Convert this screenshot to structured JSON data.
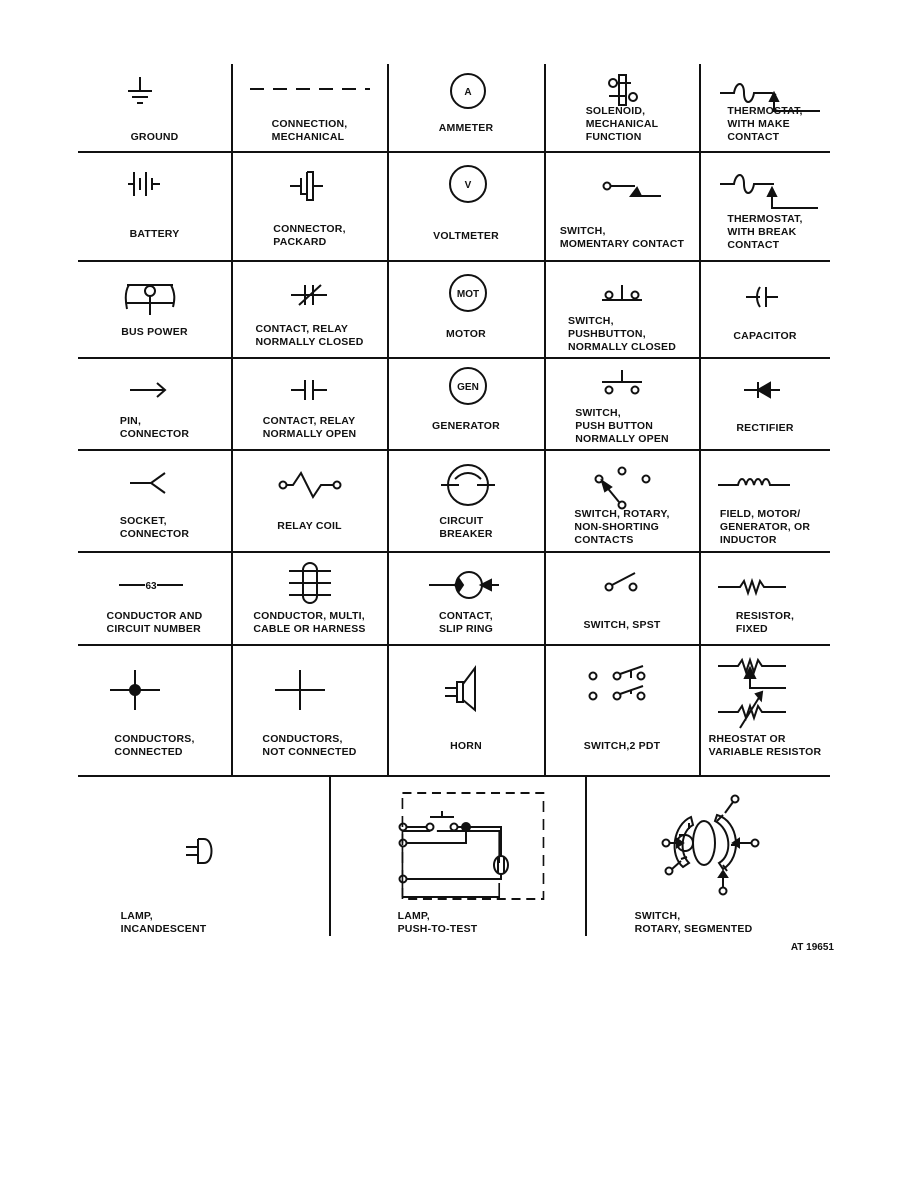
{
  "cells": [
    {
      "label": "GROUND"
    },
    {
      "label": "CONNECTION,\nMECHANICAL"
    },
    {
      "label": "AMMETER",
      "symbol_text": "A"
    },
    {
      "label": "SOLENOID,\nMECHANICAL\nFUNCTION"
    },
    {
      "label": "THERMOSTAT,\nWITH MAKE\nCONTACT"
    },
    {
      "label": "BATTERY"
    },
    {
      "label": "CONNECTOR,\nPACKARD"
    },
    {
      "label": "VOLTMETER",
      "symbol_text": "V"
    },
    {
      "label": "SWITCH,\nMOMENTARY CONTACT"
    },
    {
      "label": "THERMOSTAT,\nWITH BREAK\nCONTACT"
    },
    {
      "label": "BUS POWER"
    },
    {
      "label": "CONTACT, RELAY\nNORMALLY CLOSED"
    },
    {
      "label": "MOTOR",
      "symbol_text": "MOT"
    },
    {
      "label": "SWITCH,\nPUSHBUTTON,\nNORMALLY CLOSED"
    },
    {
      "label": "CAPACITOR"
    },
    {
      "label": "PIN,\nCONNECTOR"
    },
    {
      "label": "CONTACT, RELAY\nNORMALLY OPEN"
    },
    {
      "label": "GENERATOR",
      "symbol_text": "GEN"
    },
    {
      "label": "SWITCH,\nPUSH BUTTON\nNORMALLY OPEN"
    },
    {
      "label": "RECTIFIER"
    },
    {
      "label": "SOCKET,\nCONNECTOR"
    },
    {
      "label": "RELAY COIL"
    },
    {
      "label": "CIRCUIT\nBREAKER"
    },
    {
      "label": "SWITCH, ROTARY,\nNON-SHORTING\nCONTACTS"
    },
    {
      "label": "FIELD, MOTOR/\nGENERATOR, OR\nINDUCTOR"
    },
    {
      "label": "CONDUCTOR AND\nCIRCUIT NUMBER",
      "symbol_text": "63"
    },
    {
      "label": "CONDUCTOR, MULTI,\nCABLE OR HARNESS"
    },
    {
      "label": "CONTACT,\nSLIP RING"
    },
    {
      "label": "SWITCH, SPST"
    },
    {
      "label": "RESISTOR,\nFIXED"
    },
    {
      "label": "CONDUCTORS,\nCONNECTED"
    },
    {
      "label": "CONDUCTORS,\nNOT CONNECTED"
    },
    {
      "label": "HORN"
    },
    {
      "label": "SWITCH,2 PDT"
    },
    {
      "label": "RHEOSTAT OR\nVARIABLE RESISTOR"
    },
    {
      "label": "LAMP,\nINCANDESCENT"
    },
    {
      "label": "LAMP,\nPUSH-TO-TEST"
    },
    {
      "label": "SWITCH,\nROTARY, SEGMENTED"
    }
  ],
  "figure_number": "AT 19651"
}
